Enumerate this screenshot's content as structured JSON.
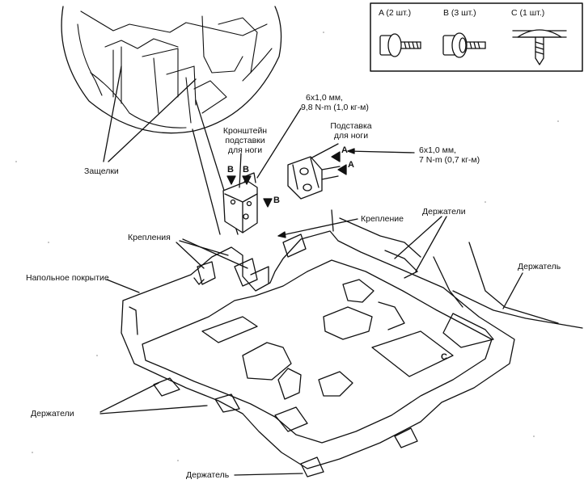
{
  "fastener_legend": {
    "a": "A (2 шт.)",
    "b": "B (3 шт.)",
    "c": "C (1 шт.)"
  },
  "labels": {
    "latches": "Защелки",
    "torque_upper_1": "6x1,0 мм,",
    "torque_upper_2": "9,8 N-m (1,0 кг-м)",
    "bracket_1": "Кронштейн",
    "bracket_2": "подставки",
    "bracket_3": "для ноги",
    "footrest_1": "Подставка",
    "footrest_2": "для ноги",
    "torque_right_1": "6x1,0 мм,",
    "torque_right_2": "7 N-m (0,7 кг-м)",
    "fastening": "Крепление",
    "holders_top": "Держатели",
    "fastenings": "Крепления",
    "floor_covering": "Напольное покрытие",
    "holder_right": "Держатель",
    "holders_left": "Держатели",
    "holder_bottom": "Держатель"
  },
  "markers": {
    "b1": "B",
    "b2": "B",
    "b3": "B",
    "a1": "A",
    "a2": "A",
    "c1": "C"
  }
}
